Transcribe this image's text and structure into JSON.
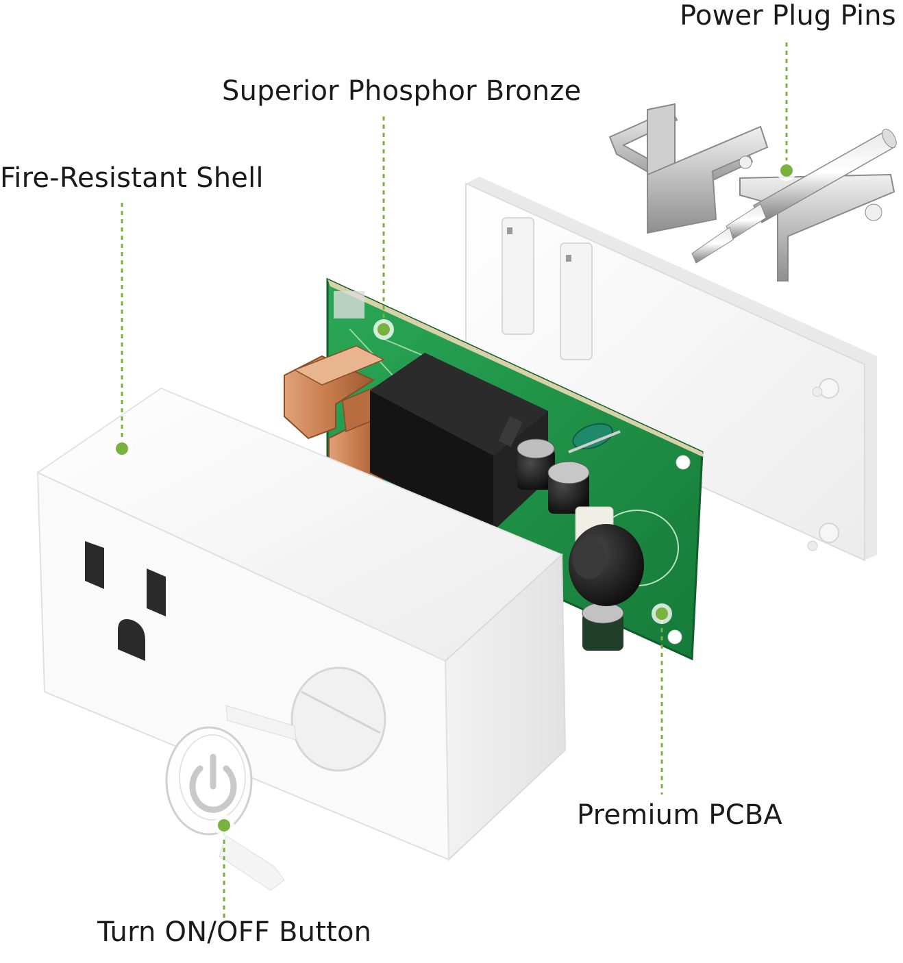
{
  "callouts": {
    "power_plug_pins": "Power Plug Pins",
    "phosphor_bronze": "Superior Phosphor Bronze",
    "fire_resistant_shell": "Fire-Resistant Shell",
    "premium_pcba": "Premium PCBA",
    "on_off_button": "Turn ON/OFF Button"
  },
  "colors": {
    "leader_line": "#7ab23f",
    "pcb_green": "#1f9a4a",
    "shell_white": "#fbfbfb",
    "bronze": "#c9855a",
    "relay_black": "#1c1c1c",
    "steel": "#c8c8c8"
  },
  "components": [
    "power-plug-pins",
    "back-cover",
    "pcb-board",
    "relay",
    "capacitors",
    "inductor",
    "bronze-contacts",
    "front-shell",
    "outlet",
    "power-button"
  ]
}
